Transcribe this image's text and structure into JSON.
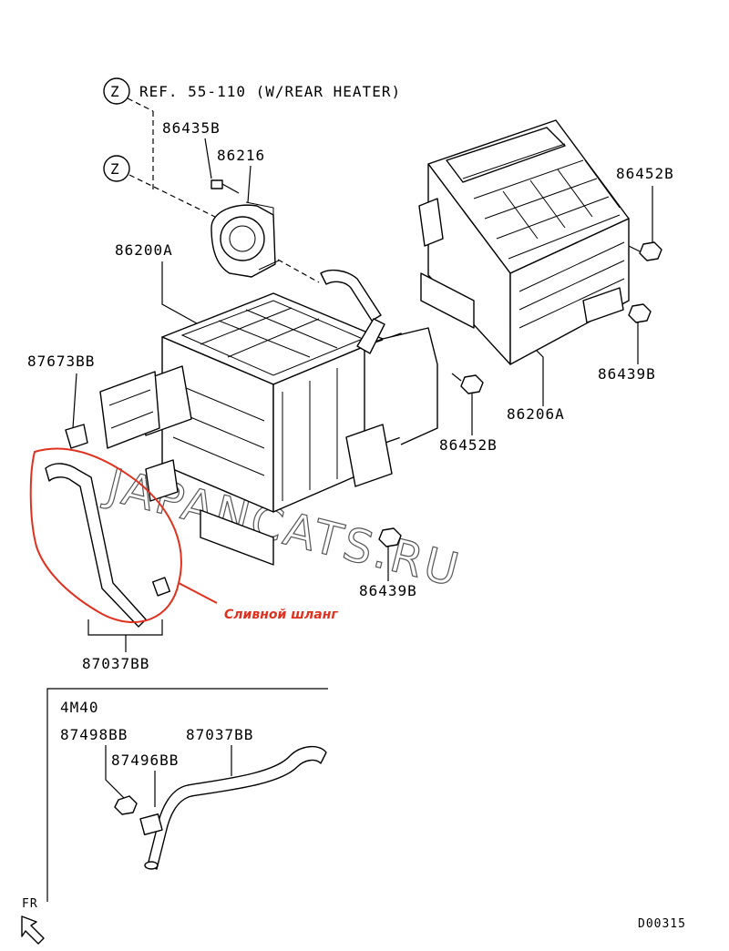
{
  "callouts": {
    "ref_text": "REF. 55-110 (W/REAR HEATER)",
    "z_marker": "Z",
    "p86435B": "86435B",
    "p86216": "86216",
    "p86200A": "86200A",
    "p86452B_top": "86452B",
    "p86439B_right": "86439B",
    "p86206A": "86206A",
    "p86452B_mid": "86452B",
    "p87673BB": "87673BB",
    "p86439B_low": "86439B",
    "p87037BB": "87037BB"
  },
  "annotation": {
    "drain_hose_label": "Сливной шланг"
  },
  "watermark": "JAPANCATS.RU",
  "inset": {
    "title": "4M40",
    "p87498BB": "87498BB",
    "p87037BB": "87037BB",
    "p87496BB": "87496BB"
  },
  "footer": {
    "direction": "FR",
    "code": "D00315"
  },
  "colors": {
    "annotation": "#e0301e",
    "line": "#000000"
  }
}
